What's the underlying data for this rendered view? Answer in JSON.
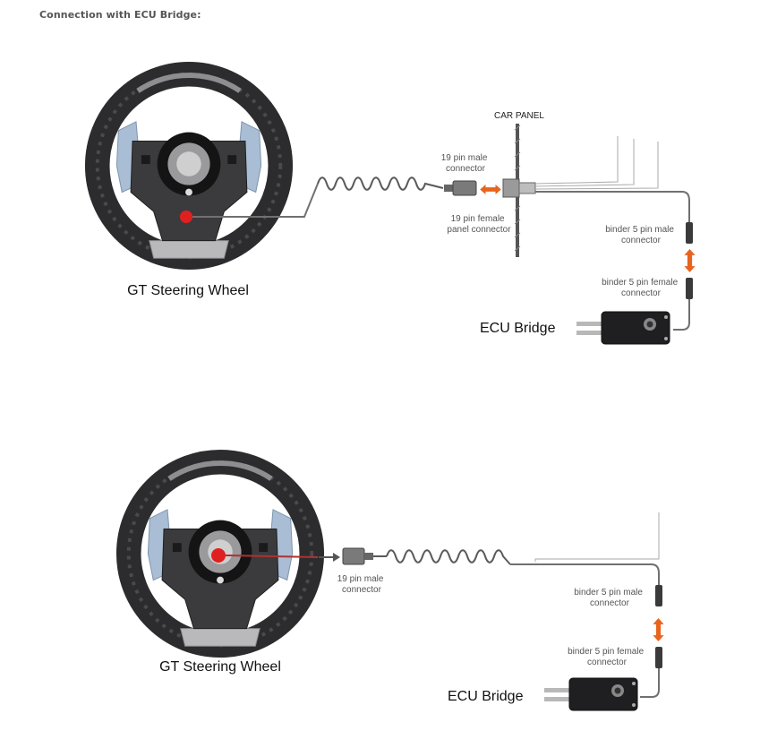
{
  "heading": "Connection with ECU Bridge:",
  "diagram1": {
    "wheel_caption": "GT Steering Wheel",
    "car_panel": "CAR PANEL",
    "male19": [
      "19 pin male",
      "connector"
    ],
    "female19": [
      "19 pin female",
      "panel connector"
    ],
    "binder_male": [
      "binder 5 pin male",
      "connector"
    ],
    "binder_female": [
      "binder 5 pin female",
      "connector"
    ],
    "ecu_caption": "ECU Bridge"
  },
  "diagram2": {
    "wheel_caption": "GT Steering Wheel",
    "male19": [
      "19 pin male",
      "connector"
    ],
    "binder_male": [
      "binder 5 pin male",
      "connector"
    ],
    "binder_female": [
      "binder 5 pin female",
      "connector"
    ],
    "ecu_caption": "ECU Bridge"
  },
  "colors": {
    "rim": "#2f2f31",
    "paddle": "#a9bdd4",
    "cable": "#707070",
    "arrow": "#e8641c",
    "button": "#e02020"
  }
}
